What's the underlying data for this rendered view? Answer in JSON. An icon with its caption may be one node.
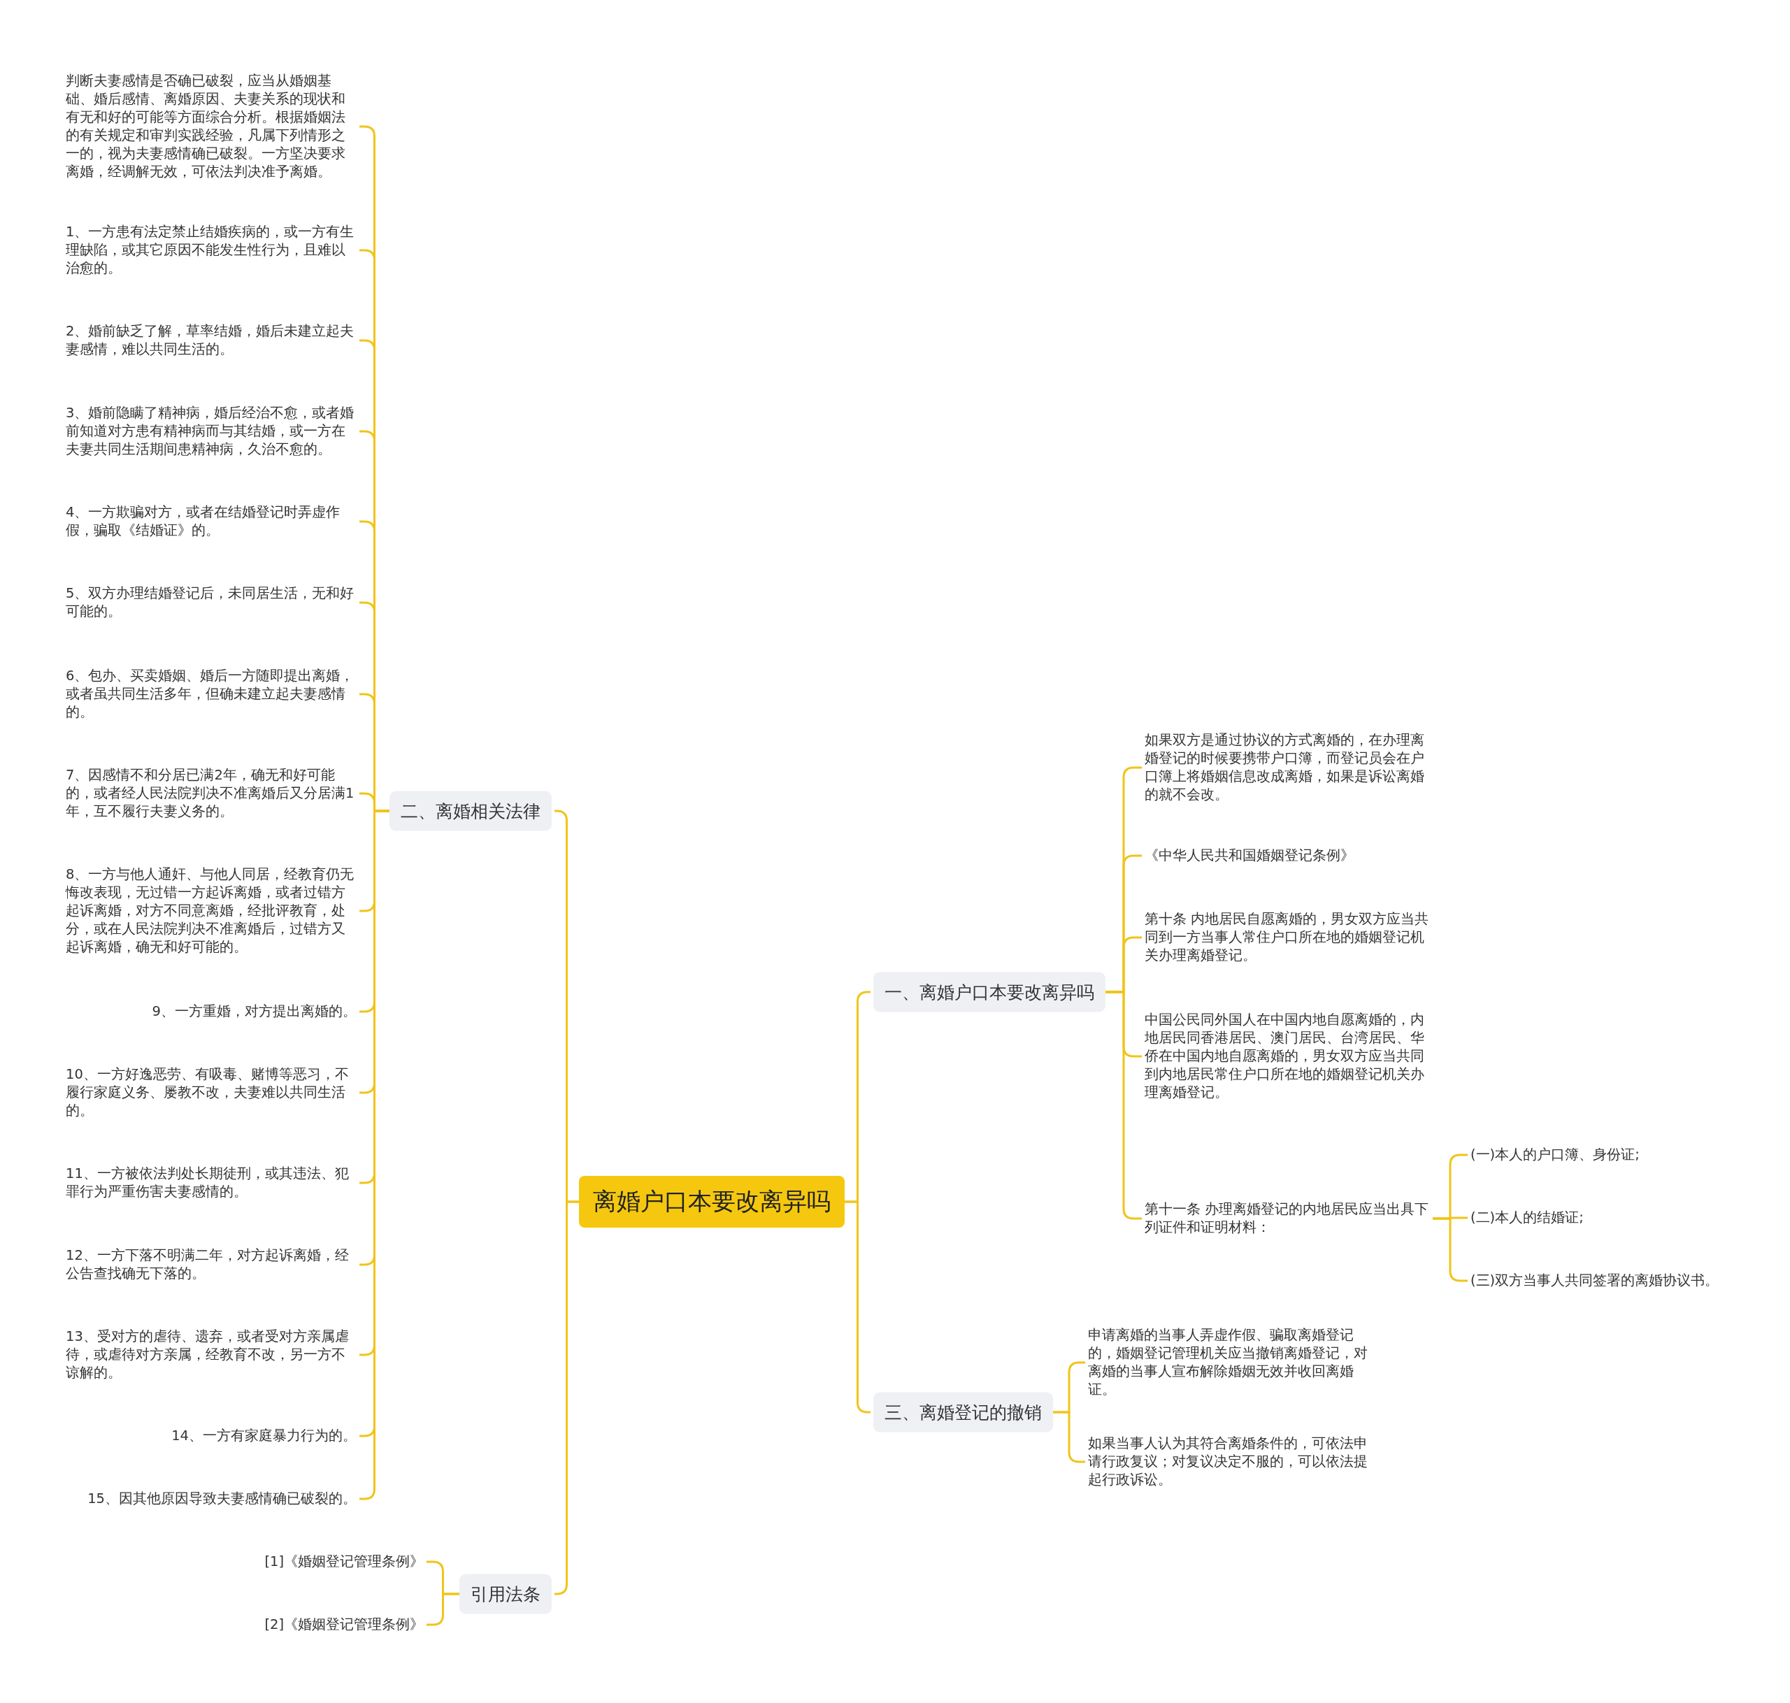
{
  "diagram": {
    "nodes": [
      {
        "text": [
          "离婚户口本要改离异吗"
        ]
      },
      {
        "text": [
          "二、离婚相关法律"
        ]
      },
      {
        "text": [
          "判断夫妻感情是否确已破裂，应当从婚姻基础、婚后感情、离婚原因、夫妻关系的现状和有无和好的可能等方面综合分析。根据婚姻法的有关规定和审判实践经验，凡属下列情形之一的，视为夫妻感情确已破裂。一方坚决要求离婚，经调解无效，可依法判决准予离婚。"
        ]
      },
      {
        "text": [
          "1、一方患有法定禁止结婚疾病的，或一方有生理缺陷，或其它原因不能发生性行为，且难以治愈的。"
        ]
      },
      {
        "text": [
          "2、婚前缺乏了解，草率结婚，婚后未建立起夫妻感情，难以共同生活的。"
        ]
      },
      {
        "text": [
          "3、婚前隐瞒了精神病，婚后经治不愈，或者婚前知道对方患有精神病而与其结婚，或一方在夫妻共同生活期间患精神病，久治不愈的。"
        ]
      },
      {
        "text": [
          "4、一方欺骗对方，或者在结婚登记时弄虚作假，骗取《结婚证》的。"
        ]
      },
      {
        "text": [
          "5、双方办理结婚登记后，未同居生活，无和好可能的。"
        ]
      },
      {
        "text": [
          "6、包办、买卖婚姻、婚后一方随即提出离婚，或者虽共同生活多年，但确未建立起夫妻感情的。"
        ]
      },
      {
        "text": [
          "7、因感情不和分居已满2年，确无和好可能的，或者经人民法院判决不准离婚后又分居满1年，互不履行夫妻义务的。"
        ]
      },
      {
        "text": [
          "8、一方与他人通奸、与他人同居，经教育仍无悔改表现，无过错一方起诉离婚，或者过错方起诉离婚，对方不同意离婚，经批评教育，处分，或在人民法院判决不准离婚后，过错方又起诉离婚，确无和好可能的。"
        ]
      },
      {
        "text": [
          "9、一方重婚，对方提出离婚的。"
        ]
      },
      {
        "text": [
          "10、一方好逸恶劳、有吸毒、赌博等恶习，不履行家庭义务、屡教不改，夫妻难以共同生活的。"
        ]
      },
      {
        "text": [
          "11、一方被依法判处长期徒刑，或其违法、犯罪行为严重伤害夫妻感情的。"
        ]
      },
      {
        "text": [
          "12、一方下落不明满二年，对方起诉离婚，经公告查找确无下落的。"
        ]
      },
      {
        "text": [
          "13、受对方的虐待、遗弃，或者受对方亲属虐待，或虐待对方亲属，经教育不改，另一方不谅解的。"
        ]
      },
      {
        "text": [
          "14、一方有家庭暴力行为的。"
        ]
      },
      {
        "text": [
          "15、因其他原因导致夫妻感情确已破裂的。"
        ]
      },
      {
        "text": [
          "引用法条"
        ]
      },
      {
        "text": [
          "[1]《婚姻登记管理条例》"
        ]
      },
      {
        "text": [
          "[2]《婚姻登记管理条例》"
        ]
      },
      {
        "text": [
          "一、离婚户口本要改离异吗"
        ]
      },
      {
        "text": [
          "如果双方是通过协议的方式离婚的，在办理离婚登记的时候要携带户口簿，而登记员会在户口簿上将婚姻信息改成离婚，如果是诉讼离婚的就不会改。"
        ]
      },
      {
        "text": [
          "《中华人民共和国婚姻登记条例》"
        ]
      },
      {
        "text": [
          "第十条 内地居民自愿离婚的，男女双方应当共同到一方当事人常住户口所在地的婚姻登记机关办理离婚登记。"
        ]
      },
      {
        "text": [
          "中国公民同外国人在中国内地自愿离婚的，内地居民同香港居民、澳门居民、台湾居民、华侨在中国内地自愿离婚的，男女双方应当共同到内地居民常住户口所在地的婚姻登记机关办理离婚登记。"
        ]
      },
      {
        "text": [
          "第十一条 办理离婚登记的内地居民应当出具下列证件和证明材料："
        ]
      },
      {
        "text": [
          "(一)本人的户口簿、身份证;"
        ]
      },
      {
        "text": [
          "(二)本人的结婚证;"
        ]
      },
      {
        "text": [
          "(三)双方当事人共同签署的离婚协议书。"
        ]
      },
      {
        "text": [
          "三、离婚登记的撤销"
        ]
      },
      {
        "text": [
          "申请离婚的当事人弄虚作假、骗取离婚登记的，婚姻登记管理机关应当撤销离婚登记，对离婚的当事人宣布解除婚姻无效并收回离婚证。"
        ]
      },
      {
        "text": [
          "如果当事人认为其符合离婚条件的，可依法申请行政复议；对复议决定不服的，可以依法提起行政诉讼。"
        ]
      }
    ],
    "edges": [
      {
        "from": 0,
        "to": 1,
        "arrow": "none"
      },
      {
        "from": 1,
        "to": 2,
        "arrow": "none"
      },
      {
        "from": 1,
        "to": 3,
        "arrow": "none"
      },
      {
        "from": 1,
        "to": 4,
        "arrow": "none"
      },
      {
        "from": 1,
        "to": 5,
        "arrow": "none"
      },
      {
        "from": 1,
        "to": 6,
        "arrow": "none"
      },
      {
        "from": 1,
        "to": 7,
        "arrow": "none"
      },
      {
        "from": 1,
        "to": 8,
        "arrow": "none"
      },
      {
        "from": 1,
        "to": 9,
        "arrow": "none"
      },
      {
        "from": 1,
        "to": 10,
        "arrow": "none"
      },
      {
        "from": 1,
        "to": 11,
        "arrow": "none"
      },
      {
        "from": 1,
        "to": 12,
        "arrow": "none"
      },
      {
        "from": 1,
        "to": 13,
        "arrow": "none"
      },
      {
        "from": 1,
        "to": 14,
        "arrow": "none"
      },
      {
        "from": 1,
        "to": 15,
        "arrow": "none"
      },
      {
        "from": 1,
        "to": 16,
        "arrow": "none"
      },
      {
        "from": 1,
        "to": 17,
        "arrow": "none"
      },
      {
        "from": 0,
        "to": 18,
        "arrow": "none"
      },
      {
        "from": 18,
        "to": 19,
        "arrow": "none"
      },
      {
        "from": 18,
        "to": 20,
        "arrow": "none"
      },
      {
        "from": 0,
        "to": 21,
        "arrow": "none"
      },
      {
        "from": 21,
        "to": 22,
        "arrow": "none"
      },
      {
        "from": 21,
        "to": 23,
        "arrow": "none"
      },
      {
        "from": 21,
        "to": 24,
        "arrow": "none"
      },
      {
        "from": 21,
        "to": 25,
        "arrow": "none"
      },
      {
        "from": 21,
        "to": 26,
        "arrow": "none"
      },
      {
        "from": 26,
        "to": 27,
        "arrow": "none"
      },
      {
        "from": 26,
        "to": 28,
        "arrow": "none"
      },
      {
        "from": 26,
        "to": 29,
        "arrow": "none"
      },
      {
        "from": 0,
        "to": 30,
        "arrow": "none"
      },
      {
        "from": 30,
        "to": 31,
        "arrow": "none"
      },
      {
        "from": 30,
        "to": 32,
        "arrow": "none"
      }
    ]
  }
}
